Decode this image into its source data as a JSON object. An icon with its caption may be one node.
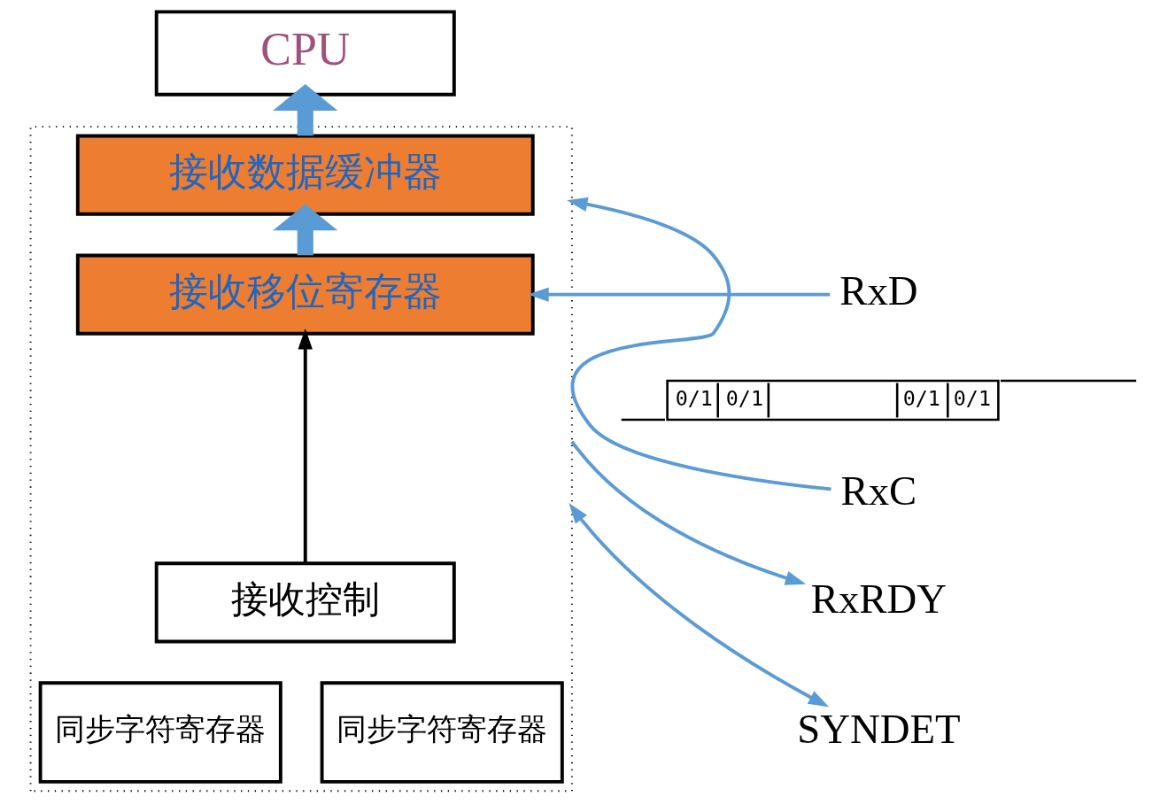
{
  "diagram": {
    "nodes": [
      {
        "text": [
          "CPU"
        ]
      },
      {
        "text": [],
        "shape": "box"
      },
      {
        "text": [
          "接收数据缓冲器"
        ],
        "in": 1
      },
      {
        "text": [
          "接收移位寄存器"
        ],
        "in": 1
      },
      {
        "text": [
          "接收控制"
        ],
        "in": 1
      },
      {
        "text": [
          "同步字符寄存器"
        ],
        "in": 1
      },
      {
        "text": [
          "同步字符寄存器"
        ],
        "in": 1
      },
      {
        "text": [
          "RxD"
        ]
      },
      {
        "text": [
          "RxC"
        ]
      },
      {
        "text": [
          "RxRDY"
        ]
      },
      {
        "text": [
          "SYNDET"
        ]
      }
    ],
    "edges": [
      {
        "from": 2,
        "to": 0,
        "arrow": "to",
        "style": "thick"
      },
      {
        "from": 3,
        "to": 2,
        "arrow": "to",
        "style": "thick"
      },
      {
        "from": 4,
        "to": 3,
        "arrow": "to",
        "color": "#000000"
      },
      {
        "from": 7,
        "to": 3,
        "arrow": "to"
      },
      {
        "from": 8,
        "to": 1,
        "arrow": "to"
      },
      {
        "from": 1,
        "to": 9,
        "arrow": "to"
      },
      {
        "from": 1,
        "to": 10,
        "arrow": "both"
      }
    ],
    "labels": [
      "0/1",
      "0/1",
      "0/1",
      "0/1"
    ]
  }
}
